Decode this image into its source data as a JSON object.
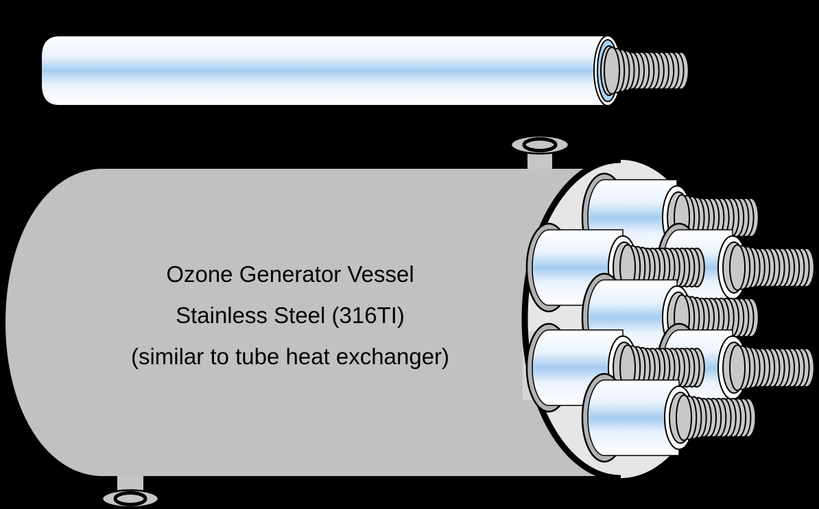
{
  "caption": {
    "line1": "Ozone Generator Vessel",
    "line2": "Stainless Steel (316TI)",
    "line3": "(similar to tube heat exchanger)"
  },
  "diagram": {
    "glass_tubes_in_vessel": 7,
    "standalone_glass_tubes": 1,
    "ports": 2
  },
  "colors": {
    "background": "#000000",
    "vessel_body": "#c1c1c1",
    "end_flange": "#e6e6e6",
    "flange_shadow_band": "#d5d5d5",
    "hole_rim": "#b3b3b3",
    "metal_thread": "#c8c8c8",
    "collar_inner": "#c6c6c6",
    "port_metal": "#c6c6c6",
    "glass_blue": "#a4ccf1",
    "glass_blue_soft": "#eaf2fb",
    "glass_white": "#ffffff",
    "outline": "#000000",
    "caption_text": "#000000"
  }
}
